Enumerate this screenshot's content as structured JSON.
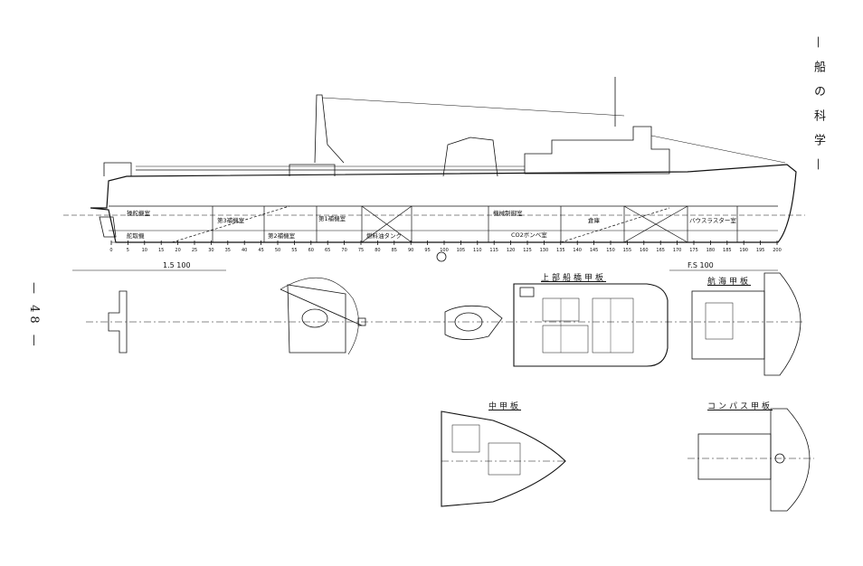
{
  "page": {
    "running_title": "—船の科学—",
    "page_number": "— 48 —"
  },
  "deck_plans": [
    {
      "id": "upper-bridge-deck",
      "title": "上部船橋甲板"
    },
    {
      "id": "navigation-deck",
      "title": "航海甲板"
    },
    {
      "id": "middle-deck",
      "title": "中甲板"
    },
    {
      "id": "compass-deck",
      "title": "コンパス甲板"
    }
  ],
  "compartments": [
    "操舵機室",
    "舵取機",
    "第3補機室",
    "第2補機室",
    "第1補機室",
    "燃料油タンク",
    "機械制御室",
    "CO2ボンベ室",
    "倉庫",
    "バウスラスター室"
  ],
  "frame_numbers": [
    "0",
    "5",
    "10",
    "15",
    "20",
    "25",
    "30",
    "35",
    "40",
    "45",
    "50",
    "55",
    "60",
    "65",
    "70",
    "75",
    "80",
    "85",
    "90",
    "95",
    "100",
    "105",
    "110",
    "115",
    "120",
    "125",
    "130",
    "135",
    "140",
    "145",
    "150",
    "155",
    "160",
    "165",
    "170",
    "175",
    "180",
    "185",
    "190",
    "195",
    "200"
  ],
  "scale_labels": {
    "aft": "1.5  100",
    "fwd": "F.S  100"
  }
}
